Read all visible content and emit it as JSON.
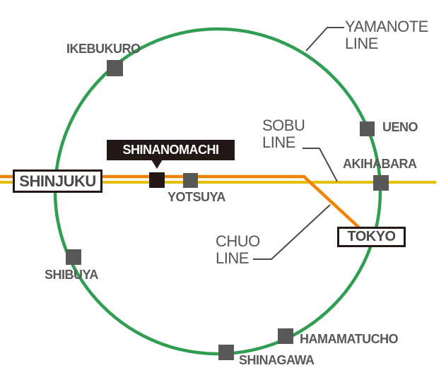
{
  "colors": {
    "background": "#ffffff",
    "yamanote_green": "#2f9e50",
    "chuo_orange": "#f08300",
    "sobu_yellow": "#e3c000",
    "marker_gray": "#595757",
    "marker_black": "#231815",
    "station_label_gray": "#595757",
    "callout_label_gray": "#585454",
    "callout_line_gray": "#4d4848",
    "box_border_black": "#231815",
    "tag_bg_black": "#231815",
    "tag_text_white": "#ffffff"
  },
  "lines": {
    "yamanote": {
      "label": "YAMANOTE\nLINE"
    },
    "sobu": {
      "label": "SOBU\nLINE"
    },
    "chuo": {
      "label": "CHUO\nLINE"
    }
  },
  "stations": {
    "shinjuku": {
      "label": "SHINJUKU"
    },
    "ikebukuro": {
      "label": "IKEBUKURO"
    },
    "shinanomachi": {
      "label": "SHINANOMACHI"
    },
    "yotsuya": {
      "label": "YOTSUYA"
    },
    "ueno": {
      "label": "UENO"
    },
    "akihabara": {
      "label": "AKIHABARA"
    },
    "tokyo": {
      "label": "TOKYO"
    },
    "shibuya": {
      "label": "SHIBUYA"
    },
    "shinagawa": {
      "label": "SHINAGAWA"
    },
    "hamamatucho": {
      "label": "HAMAMATUCHO"
    }
  }
}
